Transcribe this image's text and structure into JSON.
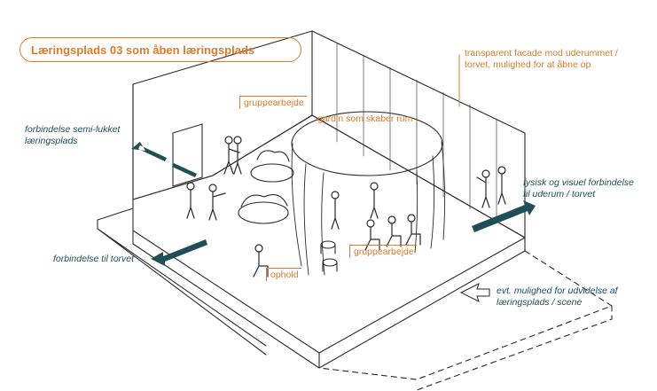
{
  "title": "Læringsplads 03 som åben læringsplads",
  "annotations": {
    "facade": [
      "transparent facade mod uderummet /",
      "torvet, mulighed for at åbne op"
    ],
    "semi_closed": [
      "forbindelse semi-lukket",
      "læringsplads"
    ],
    "group_work_top": "gruppearbejde",
    "curtain": "gardin som skaber rum",
    "visual_connection": [
      "fysisk og visuel forbindelse",
      "til uderum / torvet"
    ],
    "square_connection": "forbindelse til torvet",
    "group_work_bottom": "gruppearbejde",
    "stay": "ophold",
    "expansion": [
      "evt. mulighed for udvidelse af",
      "læringsplads / scene"
    ]
  },
  "colors": {
    "accent": "#e07a28",
    "teal": "#1e4f57",
    "ink": "#2a2a2a"
  }
}
